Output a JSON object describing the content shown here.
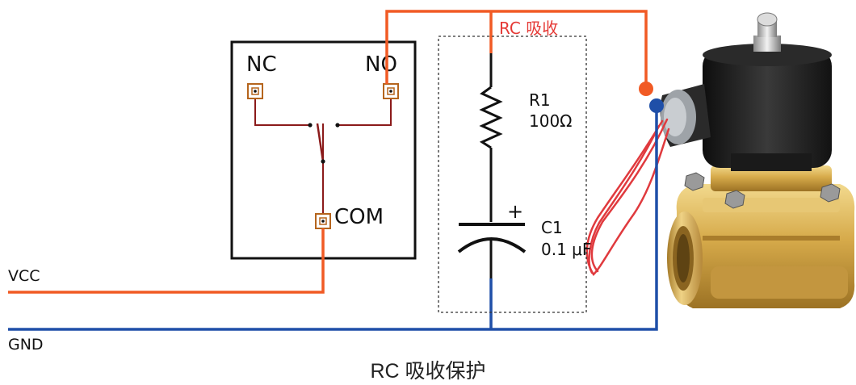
{
  "relay": {
    "nc_label": "NC",
    "no_label": "NO",
    "com_label": "COM"
  },
  "rc_snubber": {
    "label": "RC 吸收",
    "resistor": {
      "name": "R1",
      "value": "100Ω"
    },
    "capacitor": {
      "name": "C1",
      "value": "0.1 μF",
      "polarity": "+"
    }
  },
  "rails": {
    "vcc_label": "VCC",
    "gnd_label": "GND"
  },
  "caption": "RC 吸收保护",
  "colors": {
    "vcc_wire": "#f15a24",
    "gnd_wire": "#1f4fa8",
    "relay_trace": "#8b1a1a",
    "rc_label": "#e53935",
    "component": "#111111",
    "brass": "#c99a3c",
    "coil": "#1d1d1d",
    "lead_wire": "#e03a3e"
  },
  "icons": {
    "valve": "solenoid-valve-icon"
  }
}
